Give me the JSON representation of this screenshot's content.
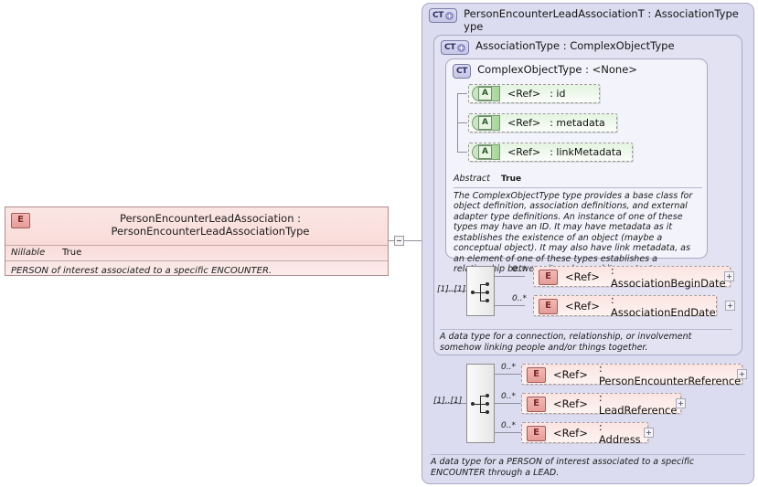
{
  "root_element": {
    "icon": "element-icon",
    "name": "PersonEncounterLeadAssociation",
    "separator": ":",
    "type": "PersonEncounterLeadAssociationType",
    "title_full": "PersonEncounterLeadAssociation : PersonEncounterLeadAssociationType",
    "properties": [
      {
        "key": "Nillable",
        "value": "True"
      }
    ],
    "documentation": "PERSON of interest associated to a specific ENCOUNTER.",
    "collapse_toggle": "minus"
  },
  "containers": {
    "outer": {
      "icon": "complextype-expand-icon",
      "title": "PersonEncounterLeadAssociationT : AssociationType ype",
      "title_line1": "PersonEncounterLeadAssociationT : AssociationType",
      "title_line2": "ype",
      "documentation": "A data type for a PERSON of interest associated to a specific ENCOUNTER through a LEAD."
    },
    "middle": {
      "icon": "complextype-expand-icon",
      "title": "AssociationType : ComplexObjectType",
      "documentation": "A data type for a connection, relationship, or involvement somehow linking people and/or things together."
    },
    "inner": {
      "icon": "complextype-icon",
      "title": "ComplexObjectType : <None>",
      "properties": [
        {
          "key": "Abstract",
          "value": "True"
        }
      ],
      "documentation": "The ComplexObjectType type provides a base class for object definition, association definitions, and external adapter type definitions. An instance of one of these types may have an ID. It may have metadata as it establishes the existence of an object (maybe a conceptual object). It may also have link metadata, as an element of one of these types establishes a relationship between its value and its context."
    }
  },
  "attributes": [
    {
      "icon": "attribute-icon",
      "ref": "<Ref>",
      "name": ": id"
    },
    {
      "icon": "attribute-icon",
      "ref": "<Ref>",
      "name": ": metadata"
    },
    {
      "icon": "attribute-icon",
      "ref": "<Ref>",
      "name": ": linkMetadata"
    }
  ],
  "sequences": [
    {
      "name": "inner-sequence",
      "cardinality": "[1]..[1]",
      "items": [
        {
          "occurs": "0..*",
          "icon": "element-icon",
          "ref": "<Ref>",
          "name": ": AssociationBeginDate",
          "expand": "plus"
        },
        {
          "occurs": "0..*",
          "icon": "element-icon",
          "ref": "<Ref>",
          "name": ": AssociationEndDate",
          "expand": "plus"
        }
      ]
    },
    {
      "name": "outer-sequence",
      "cardinality": "[1]..[1]",
      "items": [
        {
          "occurs": "0..*",
          "icon": "element-icon",
          "ref": "<Ref>",
          "name": ": PersonEncounterReference",
          "expand": "plus"
        },
        {
          "occurs": "0..*",
          "icon": "element-icon",
          "ref": "<Ref>",
          "name": ": LeadReference",
          "expand": "plus"
        },
        {
          "occurs": "0..*",
          "icon": "element-icon",
          "ref": "<Ref>",
          "name": ": Address",
          "expand": "plus"
        }
      ]
    }
  ],
  "colors": {
    "element_fill": "#fbe6e4",
    "element_icon": "#e79c97",
    "attribute_fill": "#e3f4e0",
    "container_outer": "#dcdcf0",
    "container_middle": "#e2e2f3",
    "container_inner": "#f3f3fb",
    "line": "#8f8f9c"
  }
}
